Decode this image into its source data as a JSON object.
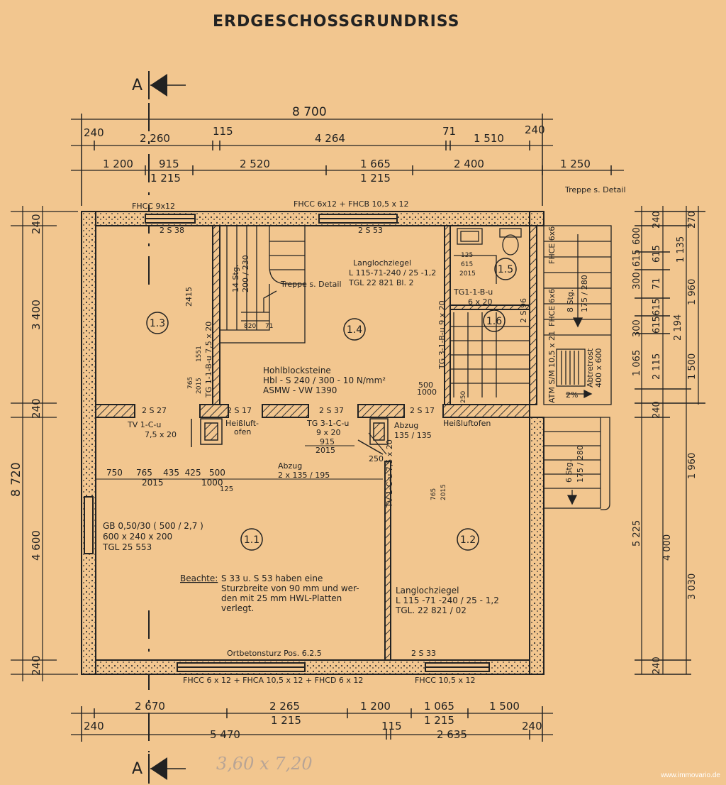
{
  "title": "ERDGESCHOSSGRUNDRISS",
  "section_marker": "A",
  "top_dims": {
    "total": "8 700",
    "row1": [
      "240",
      "2 260",
      "115",
      "4 264",
      "71",
      "1 510",
      "240"
    ],
    "row2": [
      "1 200",
      "915",
      "2 520",
      "1 665",
      "2 400",
      "1 250"
    ],
    "row2b": [
      "1 215",
      "1 215"
    ]
  },
  "bottom_dims": {
    "row1": [
      "2 670",
      "2 265",
      "1 200",
      "1 065",
      "1 500"
    ],
    "row1b": [
      "1 215",
      "1 215"
    ],
    "row2": [
      "240",
      "5 470",
      "115",
      "2 635",
      "240"
    ]
  },
  "left_dims": {
    "total": "8 720",
    "items": [
      "240",
      "3 400",
      "240",
      "4 600",
      "240"
    ]
  },
  "right_dims": {
    "items": [
      "600",
      "240",
      "270",
      "615",
      "1 135",
      "615",
      "300",
      "1 960",
      "71",
      "300",
      "615",
      "615",
      "2 194",
      "1 065",
      "2 115",
      "1 500",
      "240",
      "1 960",
      "5 225",
      "4 000",
      "3 030",
      "240"
    ]
  },
  "labels": {
    "fhcc_left": "FHCC  9x12",
    "fhcc_top": "FHCC  6x12 + FHCB 10,5 x 12",
    "treppe_outside": "Treppe s. Detail",
    "s38": "2 S 38",
    "s53": "2 S 53",
    "langloch_top": "Langlochziegel",
    "langloch_top2": "L 115-71-240 / 25 -1,2",
    "langloch_top3": "TGL  22 821  Bl. 2",
    "stg14": "14 Stg.",
    "stg14b": "200 / 230",
    "treppe_inside": "Treppe s. Detail",
    "d2415": "2415",
    "d820": "820",
    "d71": "71",
    "tg1bu": "TG 1-1-B-u  7,5 x 20",
    "d1551": "1551",
    "d765": "765",
    "d2015": "2015",
    "hohl1": "Hohlblocksteine",
    "hohl2": "Hbl - S 240 / 300 - 10 N/mm²",
    "hohl3": "ASMW - VW 1390",
    "d500": "500",
    "d1000": "1000",
    "d125": "125",
    "tg11bu": "TG1-1-B-u",
    "tg11bu2": "6 x 20",
    "tg31bu": "TG 3-1-B-u  9 x 20",
    "s96": "2 S 96",
    "d615": "615",
    "d2015b": "2015",
    "d250": "250",
    "stg8": "8 Stg.",
    "stg8b": "175 / 280",
    "fhce1": "FHCE 6x6",
    "fhce2": "FHCE 6x6",
    "atm": "ATM S/M 10,5 x 21",
    "abtret": "Abtretrost",
    "abtret2": "400 x 600",
    "slope": "2%",
    "s27": "2 S 27",
    "s17a": "2 S 17",
    "s37": "2 S 37",
    "s17b": "2 S 17",
    "tv1cu": "TV 1-C-u",
    "tv1cu2": "7,5 x 20",
    "heissluft1": "Heißluft-",
    "heissluft1b": "ofen",
    "tg31cu": "TG 3-1-C-u",
    "tg31cu2": "9 x 20",
    "abzug1": "Abzug",
    "abzug1b": "135 / 135",
    "heissluft2": "Heißluftofen",
    "d915": "915",
    "d2015c": "2015",
    "abzug2": "Abzug",
    "abzug2b": "2 x 135 / 195",
    "d250b": "250",
    "row_dims": "750     765    435  425   500",
    "row_dims2": "2015              1000",
    "row_dims3": "125",
    "tv1cu_v": "TV 1-C-u  7,5 x 20",
    "d765b": "765",
    "d2015d": "2015",
    "stg6": "6 Stg.",
    "stg6b": "175 / 280",
    "gb1": "GB 0,50/30  ( 500 / 2,7 )",
    "gb2": "600 x 240 x 200",
    "gb3": "TGL  25 553",
    "beachte": "Beachte:",
    "beachte_t1": "S 33 u. S 53 haben eine",
    "beachte_t2": "Sturzbreite von 90 mm und wer-",
    "beachte_t3": "den mit 25 mm HWL-Platten",
    "beachte_t4": "verlegt.",
    "langloch_bot": "Langlochziegel",
    "langloch_bot2": "L 115 -71 -240 / 25 - 1,2",
    "langloch_bot3": "TGL. 22 821 / 02",
    "ortbeton": "Ortbetonsturz    Pos. 6.2.5",
    "s33": "2 S 33",
    "fhcc_bottom": "FHCC 6 x 12  + FHCA 10,5 x 12  + FHCD 6 x 12",
    "fhcc_bottom_r": "FHCC 10,5 x 12"
  },
  "rooms": [
    "1.1",
    "1.2",
    "1.3",
    "1.4",
    "1.5",
    "1.6"
  ],
  "handwritten": "3,60 x 7,20",
  "watermark": "www.immovario.de"
}
